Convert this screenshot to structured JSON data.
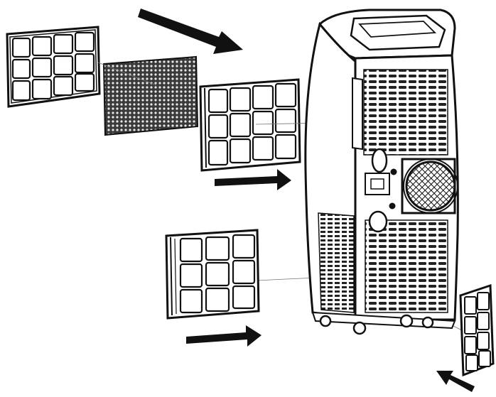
{
  "diagram": {
    "subject": "portable-air-conditioner",
    "parts": [
      {
        "id": "upper-filter-frame",
        "grid_cols": 4,
        "grid_rows": 3
      },
      {
        "id": "carbon-filter",
        "pattern": "honeycomb"
      },
      {
        "id": "upper-filter-inserted",
        "grid_cols": 4,
        "grid_rows": 3
      },
      {
        "id": "lower-filter-frame",
        "grid_cols": 3,
        "grid_rows": 3
      },
      {
        "id": "side-filter",
        "grid_cols": 2,
        "grid_rows": 4
      }
    ],
    "arrows": [
      {
        "id": "arrow-top",
        "direction": "down-right"
      },
      {
        "id": "arrow-upper-insert",
        "direction": "right"
      },
      {
        "id": "arrow-lower-insert",
        "direction": "right"
      },
      {
        "id": "arrow-side",
        "direction": "up-left"
      }
    ],
    "colors": {
      "line": "#111111",
      "background": "#ffffff",
      "mesh": "#555555"
    }
  }
}
